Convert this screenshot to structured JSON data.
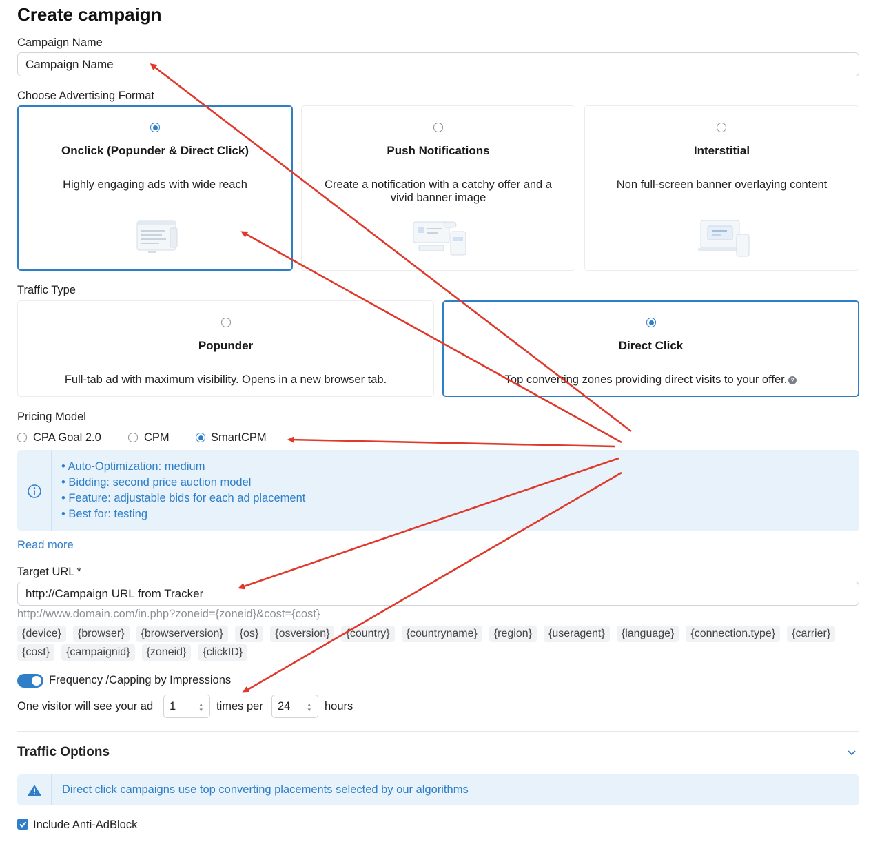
{
  "page": {
    "title": "Create campaign"
  },
  "campaign_name": {
    "label": "Campaign Name",
    "value": "Campaign Name"
  },
  "ad_format": {
    "label": "Choose Advertising Format",
    "options": [
      {
        "title": "Onclick (Popunder & Direct Click)",
        "desc": "Highly engaging ads with wide reach",
        "selected": true
      },
      {
        "title": "Push Notifications",
        "desc": "Create a notification with a catchy offer and a vivid banner image",
        "selected": false
      },
      {
        "title": "Interstitial",
        "desc": "Non full-screen banner overlaying content",
        "selected": false
      }
    ]
  },
  "traffic_type": {
    "label": "Traffic Type",
    "options": [
      {
        "title": "Popunder",
        "desc": "Full-tab ad with maximum visibility. Opens in a new browser tab.",
        "selected": false
      },
      {
        "title": "Direct Click",
        "desc": "Top converting zones providing direct visits to your offer.",
        "selected": true
      }
    ]
  },
  "pricing": {
    "label": "Pricing Model",
    "options": [
      {
        "label": "CPA Goal 2.0",
        "selected": false
      },
      {
        "label": "CPM",
        "selected": false
      },
      {
        "label": "SmartCPM",
        "selected": true
      }
    ],
    "info": [
      "Auto-Optimization: medium",
      "Bidding: second price auction model",
      "Feature: adjustable bids for each ad placement",
      "Best for: testing"
    ],
    "read_more": "Read more"
  },
  "target_url": {
    "label": "Target URL",
    "required_mark": "*",
    "value": "http://Campaign URL from Tracker",
    "example": "http://www.domain.com/in.php?zoneid={zoneid}&cost={cost}",
    "macros_row1": [
      "{device}",
      "{browser}",
      "{browserversion}",
      "{os}",
      "{osversion}",
      "{country}",
      "{countryname}",
      "{region}",
      "{useragent}",
      "{language}",
      "{connection.type}",
      "{carrier}"
    ],
    "macros_row2": [
      "{cost}",
      "{campaignid}",
      "{zoneid}",
      "{clickID}"
    ]
  },
  "frequency": {
    "label": "Frequency /Capping by Impressions",
    "enabled": true,
    "prefix": "One visitor will see your ad",
    "times_value": "1",
    "middle": "times per",
    "hours_value": "24",
    "suffix": "hours"
  },
  "traffic_options": {
    "title": "Traffic Options",
    "notice": "Direct click campaigns use top converting placements selected by our algorithms"
  },
  "anti_adblock": {
    "label": "Include Anti-AdBlock",
    "checked": true
  },
  "colors": {
    "accent": "#2f7fc8",
    "annotation_arrow": "#e0392b",
    "info_bg": "#e7f2fb"
  }
}
